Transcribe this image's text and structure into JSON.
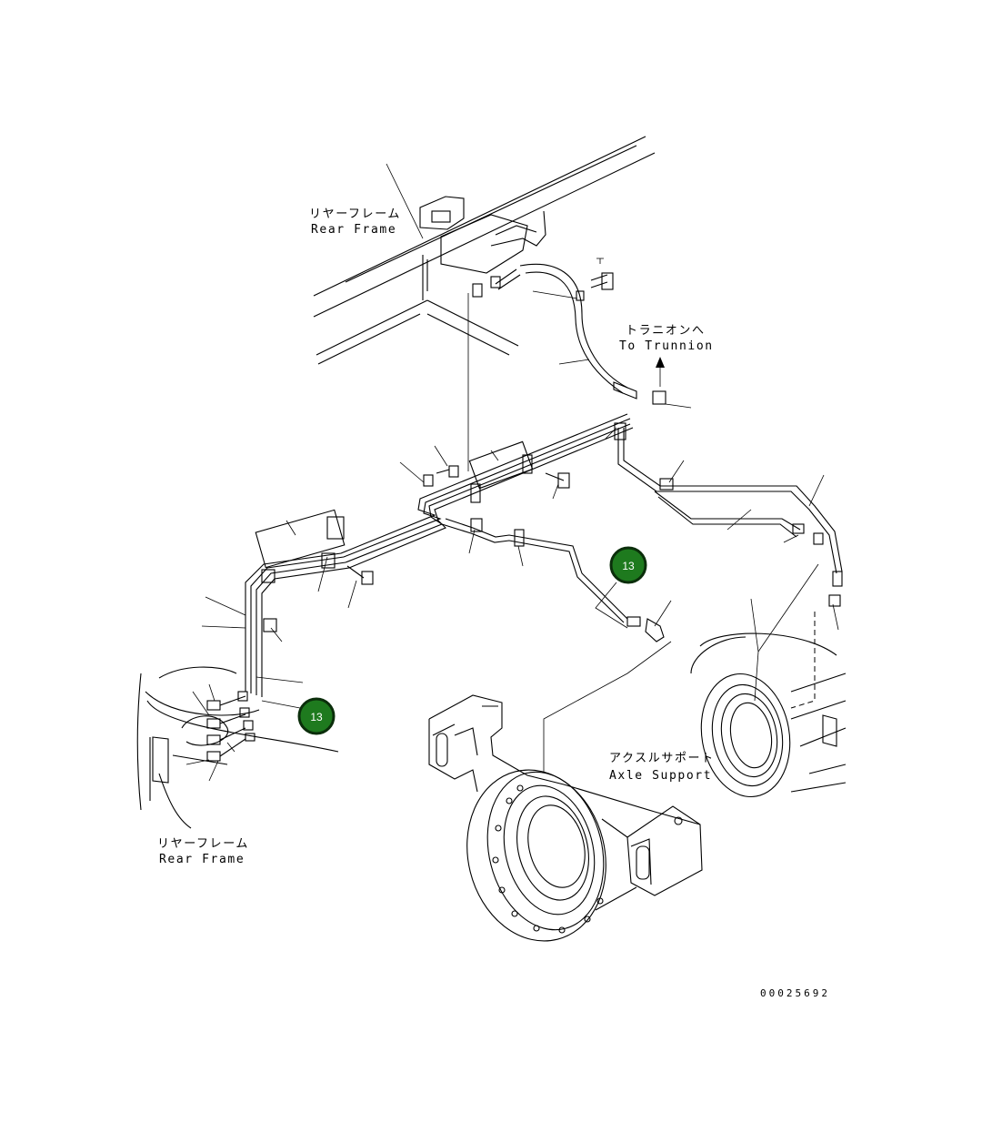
{
  "labels": {
    "rear_frame_top_jp": "リヤーフレーム",
    "rear_frame_top_en": "Rear Frame",
    "trunnion_jp": "トラニオンへ",
    "trunnion_en": "To Trunnion",
    "axle_support_jp": "アクスルサポート",
    "axle_support_en": "Axle Support",
    "rear_frame_bottom_jp": "リヤーフレーム",
    "rear_frame_bottom_en": "Rear Frame"
  },
  "callouts": [
    {
      "number": "13"
    },
    {
      "number": "13"
    }
  ],
  "document_number": "00025692",
  "colors": {
    "callout_fill": "#1e7a1e",
    "callout_ring": "#0b2e0b",
    "line": "#000000"
  }
}
